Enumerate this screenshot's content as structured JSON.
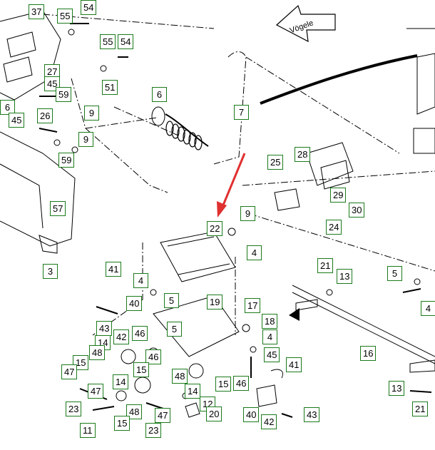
{
  "brand": "Vögele",
  "callouts": [
    "37",
    "55",
    "54",
    "55",
    "54",
    "27",
    "45",
    "59",
    "51",
    "6",
    "9",
    "6",
    "45",
    "26",
    "9",
    "59",
    "57",
    "3",
    "7",
    "25",
    "28",
    "29",
    "30",
    "24",
    "9",
    "4",
    "22",
    "41",
    "40",
    "4",
    "5",
    "19",
    "17",
    "18",
    "43",
    "42",
    "46",
    "5",
    "4",
    "45",
    "41",
    "14",
    "48",
    "15",
    "46",
    "47",
    "14",
    "15",
    "48",
    "14",
    "15",
    "46",
    "47",
    "23",
    "11",
    "48",
    "15",
    "47",
    "23",
    "12",
    "20",
    "40",
    "42",
    "43",
    "21",
    "13",
    "5",
    "4",
    "16",
    "13",
    "21"
  ],
  "colors": {
    "callout_border": "#1b7a1b",
    "arrow": "#e03030",
    "line": "#000000"
  }
}
